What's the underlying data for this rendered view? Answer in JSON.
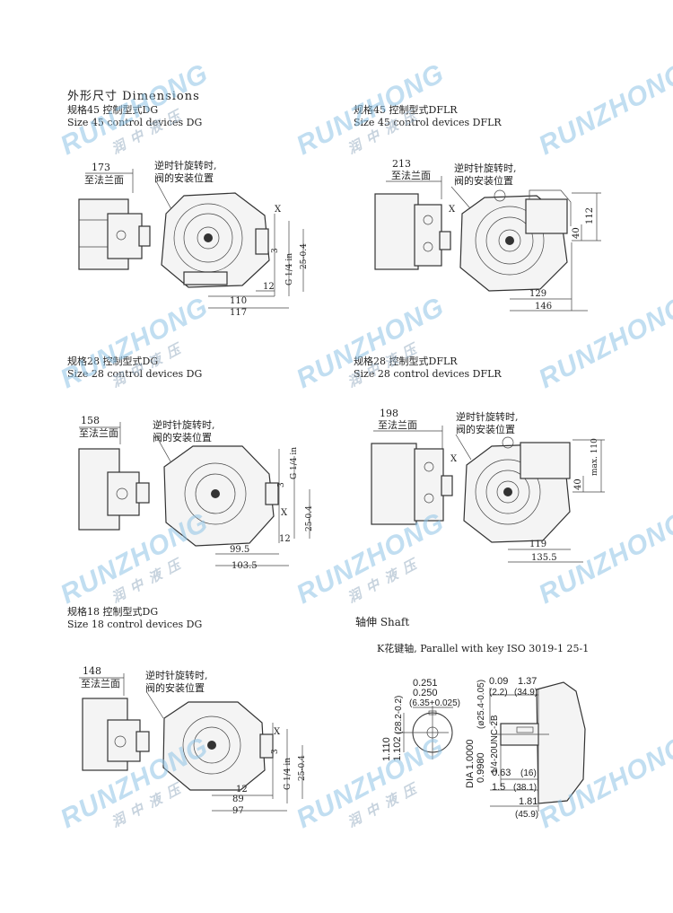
{
  "title": "外形尺寸 Dimensions",
  "brand": {
    "en": "RUNZHONG",
    "cn": "润中液压",
    "color": "#8fc4e6"
  },
  "sections": [
    {
      "id": "s45dg",
      "cn": "规格45 控制型式DG",
      "en": "Size 45 control devices DG",
      "flange_dim": "173",
      "flange_label": "至法兰面",
      "note1": "逆时针旋转时,",
      "note2": "阀的安装位置",
      "dims": [
        "X",
        "3",
        "G 1/4 in",
        "25-0.4",
        "12",
        "110",
        "117"
      ]
    },
    {
      "id": "s45dflr",
      "cn": "规格45 控制型式DFLR",
      "en": "Size 45 control devices DFLR",
      "flange_dim": "213",
      "flange_label": "至法兰面",
      "note1": "逆时针旋转时,",
      "note2": "阀的安装位置",
      "dims": [
        "X",
        "112",
        "40",
        "129",
        "146"
      ]
    },
    {
      "id": "s28dg",
      "cn": "规格28 控制型式DG",
      "en": "Size 28 control devices DG",
      "flange_dim": "158",
      "flange_label": "至法兰面",
      "note1": "逆时针旋转时,",
      "note2": "阀的安装位置",
      "dims": [
        "G 1/4 in",
        "3",
        "X",
        "25-0.4",
        "12",
        "99.5",
        "103.5"
      ]
    },
    {
      "id": "s28dflr",
      "cn": "规格28 控制型式DFLR",
      "en": "Size 28 control devices DFLR",
      "flange_dim": "198",
      "flange_label": "至法兰面",
      "note1": "逆时针旋转时,",
      "note2": "阀的安装位置",
      "dims": [
        "X",
        "max. 110",
        "40",
        "119",
        "135.5"
      ]
    },
    {
      "id": "s18dg",
      "cn": "规格18 控制型式DG",
      "en": "Size 18 control devices DG",
      "flange_dim": "148",
      "flange_label": "至法兰面",
      "note1": "逆时针旋转时,",
      "note2": "阀的安装位置",
      "dims": [
        "X",
        "3",
        "G 1/4 in",
        "25-0.4",
        "12",
        "89",
        "97"
      ]
    }
  ],
  "shaft": {
    "heading": "轴伸 Shaft",
    "subtitle": "K花键轴, Parallel with key ISO 3019-1 25-1",
    "dims": {
      "w1": "0.251",
      "w2": "0.250",
      "w3": "(6.35+0.025)",
      "h1": "1.110",
      "h2": "1.102",
      "h3": "(28.2-0.2)",
      "d1": "0.09",
      "d1m": "(2.2)",
      "d2": "1.37",
      "d2m": "(34.9)",
      "dia1": "DIA 1.0000",
      "dia2": "0.9980",
      "dia3": "(ø25.4-0.05)",
      "thread": "1/4-20UNC-2B",
      "a1": "0.63",
      "a1m": "(16)",
      "a2": "1.5",
      "a2m": "(38.1)",
      "a3": "1.81",
      "a3m": "(45.9)"
    }
  }
}
